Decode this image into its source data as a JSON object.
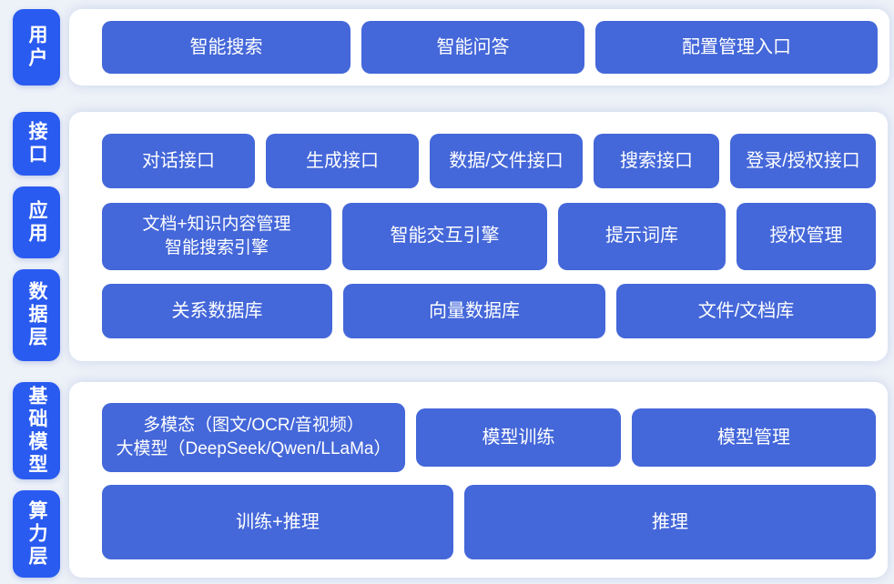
{
  "colors": {
    "page_bg": "#edf1f8",
    "panel_bg": "#ffffff",
    "button_blue": "#4467d9",
    "label_blue": "#2a5bf0",
    "text_white": "#ffffff"
  },
  "layers": {
    "user": {
      "label": "用户",
      "items": [
        "智能搜索",
        "智能问答",
        "配置管理入口"
      ]
    },
    "middle": {
      "labels": [
        "接口",
        "应用",
        "数据层"
      ],
      "interface_row": [
        "对话接口",
        "生成接口",
        "数据/文件接口",
        "搜索接口",
        "登录/授权接口"
      ],
      "app_row": [
        "文档+知识内容管理\n智能搜索引擎",
        "智能交互引擎",
        "提示词库",
        "授权管理"
      ],
      "data_row": [
        "关系数据库",
        "向量数据库",
        "文件/文档库"
      ]
    },
    "bottom": {
      "labels": [
        "基础模型",
        "算力层"
      ],
      "model_row": [
        "多模态（图文/OCR/音视频）\n大模型（DeepSeek/Qwen/LLaMa）",
        "模型训练",
        "模型管理"
      ],
      "compute_row": [
        "训练+推理",
        "推理"
      ]
    }
  }
}
